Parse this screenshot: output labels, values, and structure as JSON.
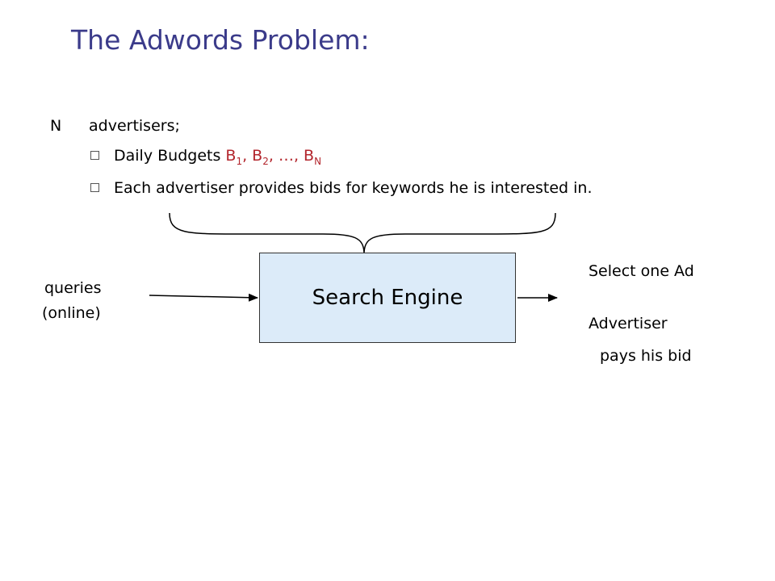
{
  "title": "The Adwords Problem:",
  "intro": {
    "n": "N",
    "text": "advertisers;"
  },
  "bullets": {
    "budgets": {
      "prefix": "Daily Budgets ",
      "b1": "B",
      "s1": "1",
      "sep1": ", ",
      "b2": "B",
      "s2": "2",
      "sep2": ", …, ",
      "bn": "B",
      "sn": "N"
    },
    "bids": "Each advertiser provides bids for keywords he is interested in."
  },
  "diagram": {
    "engine": "Search Engine",
    "input": {
      "line1": "queries",
      "line2": "(online)"
    },
    "output": {
      "line1": "Select one Ad",
      "line2": "Advertiser",
      "line3": "pays his bid"
    }
  },
  "colors": {
    "title": "#3b3b8a",
    "budget": "#b3262d",
    "box_fill": "#dcebf9"
  }
}
